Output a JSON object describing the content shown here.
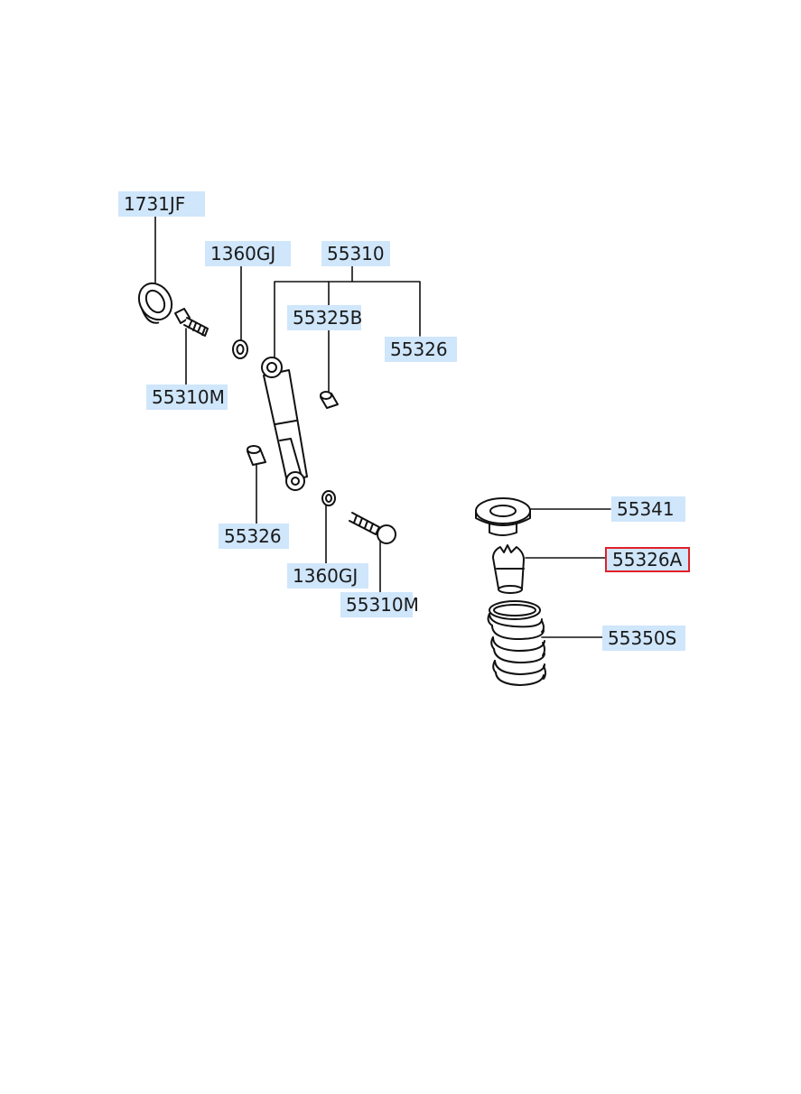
{
  "colors": {
    "label_bg": "#cfe6fb",
    "highlight_border": "#e0202a",
    "line": "#111111"
  },
  "highlighted_part": "55326A",
  "labels": {
    "l_1731JF": "1731JF",
    "l_1360GJ_top": "1360GJ",
    "l_55310": "55310",
    "l_55325B": "55325B",
    "l_55326_right": "55326",
    "l_55310M_top": "55310M",
    "l_55326_left": "55326",
    "l_1360GJ_bottom": "1360GJ",
    "l_55310M_bottom": "55310M",
    "l_55341": "55341",
    "l_55326A": "55326A",
    "l_55350S": "55350S"
  }
}
